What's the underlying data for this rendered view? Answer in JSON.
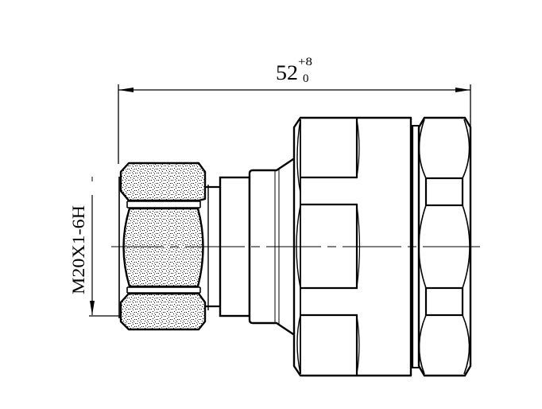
{
  "drawing": {
    "type": "technical-drawing",
    "subject": "hydraulic fitting adapter side view",
    "line_color": "#000000",
    "background": "#ffffff",
    "stipple_color": "#000000"
  },
  "dimensions": {
    "overall_length": {
      "value": "52",
      "tolerance_upper": "+8",
      "tolerance_lower": "0"
    },
    "thread": {
      "label": "M20X1-6H"
    }
  }
}
